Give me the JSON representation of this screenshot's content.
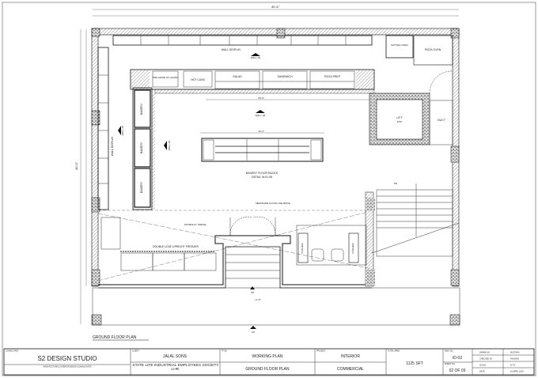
{
  "plan": {
    "labels": {
      "wall_display_top": "WALL DISPLAY",
      "wall_display_left": "WALL DISPLAY",
      "wall_02": "WALL-02",
      "wall_03": "WALL-03",
      "wall_04": "WALL-04",
      "wall_01": "WALL-01",
      "pre_made": "PRE MADE OF HALWA",
      "hot_case": "HOT CASE",
      "salad": "SALAD",
      "sandwich": "SANDWICH",
      "pizza_prep": "PIZZA PREP",
      "patties_oven": "PATTIES OVEN",
      "pizza_oven": "PIZZA OVEN",
      "lift": "LIFT",
      "lift_size": "6'X6'",
      "duct": "DUCT",
      "bakery": "BAKERY",
      "floor_racks": "BAKERY FLOOR RACKS",
      "floor_racks_detail": "DETAIL IN ID-08",
      "freezer": "DOUBLE LEAF UPRIGHT FREEZER",
      "double_fridge": "DOUBLE FT. FRIDGE",
      "cashier": "CASHIER",
      "mezzanine": "MEZZANINE FLOOR LINE ABOVE",
      "up": "UP",
      "dn": "DN",
      "level": "+1'-0\"",
      "overall_width": "40'-6\"",
      "overall_depth": "40'-0\"",
      "inner_width": "29'-3\"",
      "rack_width": "16'-3\"",
      "plan_title": "GROUND FLOOR PLAN"
    },
    "colors": {
      "line": "#111111",
      "hatch": "#777777"
    }
  },
  "title_block": {
    "consultant_label": "CONSULTANT",
    "studio_name": "S2 DESIGN STUDIO",
    "studio_tagline": "ARCHITECTURE & INTERIOR DESIGN CONSULTANTS",
    "client_label": "CLIENT",
    "client": "JALAL SONS",
    "location": "STATE LIFE INDUSTRIAL EMPLOYEES SOCIETY LHR.",
    "title_label": "TITLE",
    "title": "WORKING PLAN",
    "subtitle": "GROUND FLOOR PLAN",
    "project_label": "PROJECT",
    "project": "INTERIOR",
    "project_type": "COMMERCIAL",
    "area_label": "TOTAL AREA",
    "area": "1125 SFT",
    "dwg_label": "DWG NO.",
    "dwg_no": "ID-02",
    "sheet_label": "SHEET NO.",
    "sheet_no": "02 OF 03",
    "meta": [
      {
        "key": "DRAWN BY",
        "value": "MUSTAFA"
      },
      {
        "key": "CHECKED BY",
        "value": "HASNAIN"
      },
      {
        "key": "SCALE",
        "value": "N.T.S"
      },
      {
        "key": "DATE",
        "value": "18 APRIL 2022"
      }
    ]
  }
}
